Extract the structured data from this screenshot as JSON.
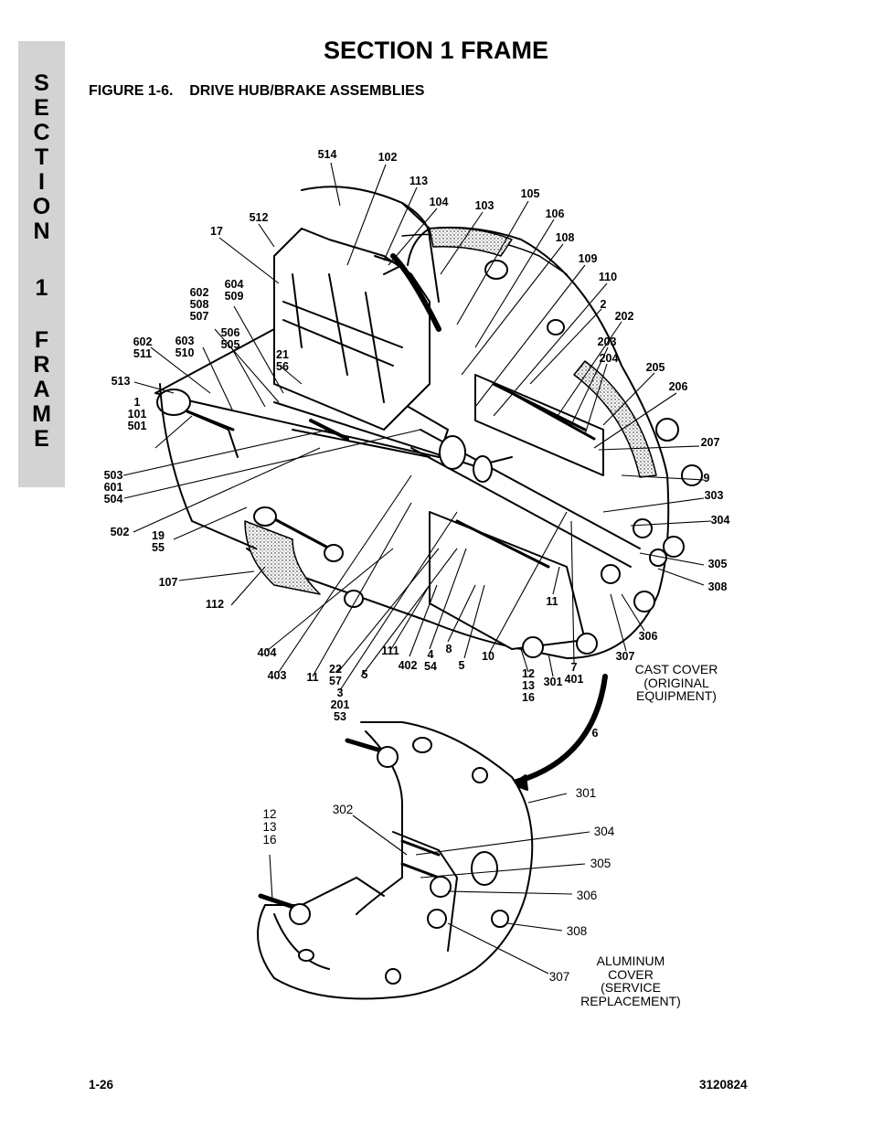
{
  "side_tab": {
    "letters": [
      "S",
      "E",
      "C",
      "T",
      "I",
      "O",
      "N",
      "1",
      "F",
      "R",
      "A",
      "M",
      "E"
    ]
  },
  "header": {
    "section_title": "SECTION 1  FRAME"
  },
  "figure": {
    "title": "FIGURE 1-6.    DRIVE HUB/BRAKE ASSEMBLIES"
  },
  "notes": {
    "cast_cover": [
      "CAST COVER",
      "(ORIGINAL",
      "EQUIPMENT)"
    ],
    "aluminum_cover": [
      "ALUMINUM",
      "COVER",
      "(SERVICE",
      "REPLACEMENT)"
    ]
  },
  "callouts": [
    {
      "t": "514"
    },
    {
      "t": "102"
    },
    {
      "t": "113"
    },
    {
      "t": "104"
    },
    {
      "t": "103"
    },
    {
      "t": "105"
    },
    {
      "t": "106"
    },
    {
      "t": "108"
    },
    {
      "t": "109"
    },
    {
      "t": "110"
    },
    {
      "t": "2"
    },
    {
      "t": "202"
    },
    {
      "t": "203"
    },
    {
      "t": "204"
    },
    {
      "t": "205"
    },
    {
      "t": "206"
    },
    {
      "t": "207"
    },
    {
      "t": "9"
    },
    {
      "t": "303"
    },
    {
      "t": "304"
    },
    {
      "t": "305"
    },
    {
      "t": "308"
    },
    {
      "t": "306"
    },
    {
      "t": "307"
    },
    {
      "t": "512"
    },
    {
      "t": "17"
    },
    {
      "t": "604\n509"
    },
    {
      "t": "602\n508\n507"
    },
    {
      "t": "506\n505"
    },
    {
      "t": "603\n510"
    },
    {
      "t": "602\n511"
    },
    {
      "t": "21\n56"
    },
    {
      "t": "513"
    },
    {
      "t": "1\n101\n501"
    },
    {
      "t": "503\n601\n504"
    },
    {
      "t": "502"
    },
    {
      "t": "19\n55"
    },
    {
      "t": "107"
    },
    {
      "t": "112"
    },
    {
      "t": "404"
    },
    {
      "t": "403"
    },
    {
      "t": "11"
    },
    {
      "t": "22\n57"
    },
    {
      "t": "5"
    },
    {
      "t": "3\n201\n53"
    },
    {
      "t": "111"
    },
    {
      "t": "402"
    },
    {
      "t": "4\n54"
    },
    {
      "t": "8"
    },
    {
      "t": "5"
    },
    {
      "t": "10"
    },
    {
      "t": "12\n13\n16"
    },
    {
      "t": "301"
    },
    {
      "t": "7\n401"
    },
    {
      "t": "11"
    },
    {
      "t": "6"
    },
    {
      "t": "301"
    },
    {
      "t": "302"
    },
    {
      "t": "12\n13\n16"
    },
    {
      "t": "304"
    },
    {
      "t": "305"
    },
    {
      "t": "306"
    },
    {
      "t": "308"
    },
    {
      "t": "307"
    }
  ],
  "footer": {
    "page_number": "1-26",
    "doc_number": "3120824"
  }
}
